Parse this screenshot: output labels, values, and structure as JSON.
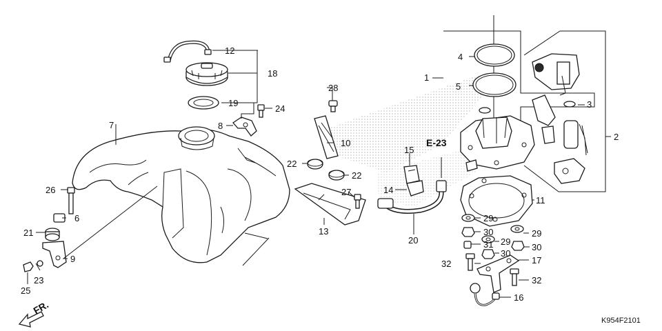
{
  "diagram": {
    "reference": "E-23",
    "drawing_code": "K954F2101",
    "front_label": "FR.",
    "callouts": {
      "c1": "1",
      "c2": "2",
      "c3": "3",
      "c4": "4",
      "c5": "5",
      "c6": "6",
      "c7": "7",
      "c8": "8",
      "c9": "9",
      "c10": "10",
      "c11": "11",
      "c12": "12",
      "c13": "13",
      "c14": "14",
      "c15": "15",
      "c16": "16",
      "c17": "17",
      "c18": "18",
      "c19": "19",
      "c20": "20",
      "c21": "21",
      "c22a": "22",
      "c22b": "22",
      "c23": "23",
      "c24": "24",
      "c25": "25",
      "c26": "26",
      "c27": "27",
      "c28": "28",
      "c29a": "29",
      "c29b": "29",
      "c29c": "29",
      "c30a": "30",
      "c30b": "30",
      "c30c": "30",
      "c31": "31",
      "c32a": "32",
      "c32b": "32"
    }
  }
}
